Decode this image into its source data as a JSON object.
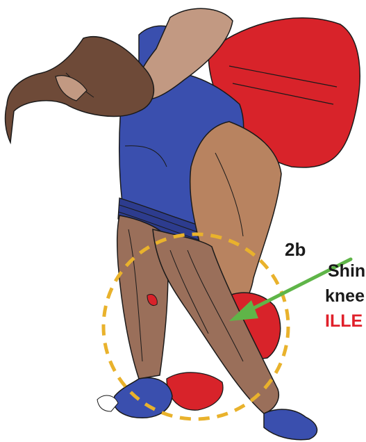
{
  "step_label": "2b",
  "caption": {
    "line1": "Shin",
    "line2": "knee",
    "line3": "ILLE"
  },
  "colors": {
    "blue_wrestler": "#3a4fae",
    "red_wrestler": "#d8232a",
    "skin_dark": "#6e4a38",
    "skin_light": "#c29982",
    "circle": "#e9b22c",
    "arrow": "#5fb548",
    "illegal_text": "#e0202a"
  },
  "icons": {
    "focus_circle": "dashed-circle-icon",
    "pointer": "arrow-icon"
  }
}
